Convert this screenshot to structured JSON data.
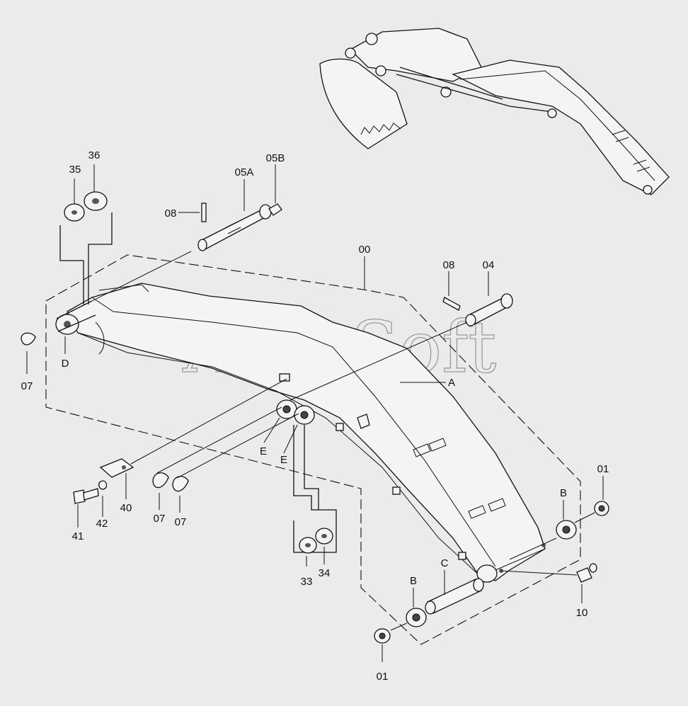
{
  "watermark": "AutoSoft",
  "colors": {
    "background": "#ebebeb",
    "line": "#111111",
    "watermark": "#9a9a9a"
  },
  "callouts": {
    "p35": "35",
    "p36": "36",
    "p05a": "05A",
    "p05b": "05B",
    "p08_top": "08",
    "p00": "00",
    "p08_right": "08",
    "p04": "04",
    "p07_left": "07",
    "pD": "D",
    "pA": "A",
    "pE_1": "E",
    "pE_2": "E",
    "p40": "40",
    "p41": "41",
    "p42": "42",
    "p07_mid_1": "07",
    "p07_mid_2": "07",
    "p33": "33",
    "p34": "34",
    "p01_right": "01",
    "pB_right": "B",
    "pC": "C",
    "pB_lower": "B",
    "p01_lower": "01",
    "p10": "10"
  }
}
